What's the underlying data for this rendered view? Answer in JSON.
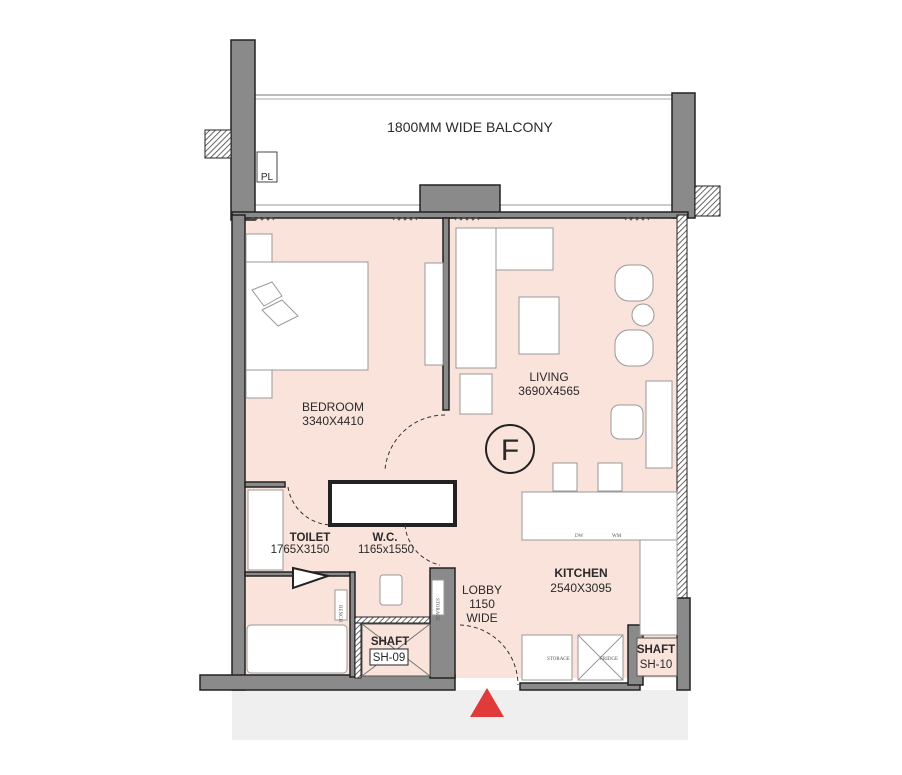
{
  "plan": {
    "unit_marker": "F",
    "balcony": "1800MM WIDE BALCONY",
    "pl_label": "PL",
    "rooms": {
      "bedroom": {
        "name": "BEDROOM",
        "size": "3340X4410"
      },
      "living": {
        "name": "LIVING",
        "size": "3690X4565"
      },
      "toilet": {
        "name": "TOILET",
        "size": "1765X3150"
      },
      "wc": {
        "name": "W.C.",
        "size": "1165x1550"
      },
      "lobby": {
        "name": "LOBBY",
        "width": "1150",
        "suffix": "WIDE"
      },
      "kitchen": {
        "name": "KITCHEN",
        "size": "2540X3095"
      }
    },
    "shafts": [
      {
        "label": "SHAFT",
        "code": "SH-09"
      },
      {
        "label": "SHAFT",
        "code": "SH-10"
      }
    ],
    "fixtures": {
      "dw": "DW",
      "wm": "WM",
      "storage": "STORAGE",
      "fridge": "FRIDGE",
      "bench": "BENCH",
      "wc_storage": "STORAGE"
    },
    "colors": {
      "floor": "#f9e3da",
      "wall": "#8a8a8a",
      "entry_marker": "#e03a3a"
    }
  }
}
